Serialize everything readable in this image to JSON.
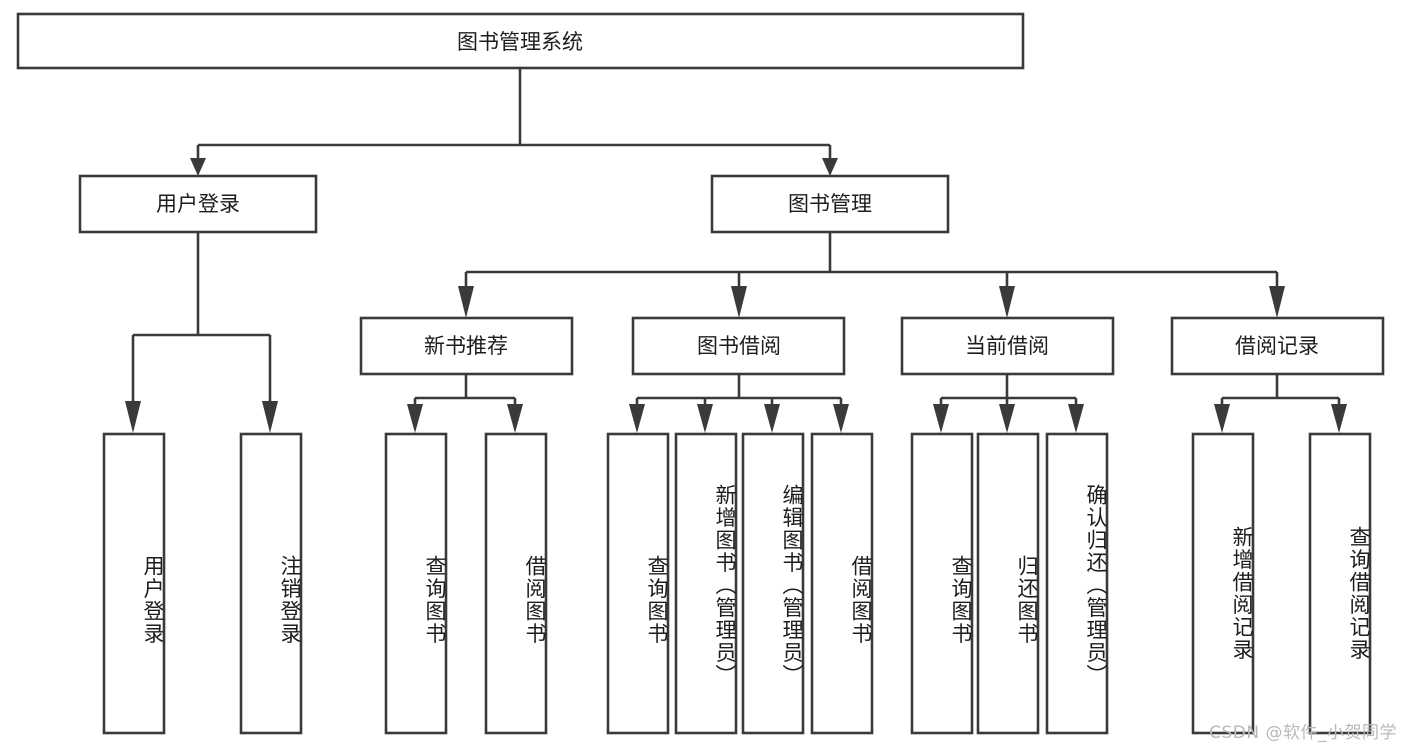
{
  "diagram": {
    "title": "图书管理系统",
    "type": "tree-hierarchy",
    "root": {
      "id": "root",
      "label": "图书管理系统"
    },
    "level1": [
      {
        "id": "user-login",
        "label": "用户登录"
      },
      {
        "id": "book-manage",
        "label": "图书管理"
      }
    ],
    "level2": [
      {
        "id": "new-book-recommend",
        "label": "新书推荐",
        "parent": "book-manage"
      },
      {
        "id": "book-borrow",
        "label": "图书借阅",
        "parent": "book-manage"
      },
      {
        "id": "current-borrow",
        "label": "当前借阅",
        "parent": "book-manage"
      },
      {
        "id": "borrow-record",
        "label": "借阅记录",
        "parent": "book-manage"
      }
    ],
    "leaves": [
      {
        "id": "leaf-user-login",
        "label": "用户登录",
        "parent": "user-login"
      },
      {
        "id": "leaf-logout-login",
        "label": "注销登录",
        "parent": "user-login"
      },
      {
        "id": "leaf-query-book-1",
        "label": "查询图书",
        "parent": "new-book-recommend"
      },
      {
        "id": "leaf-borrow-book-1",
        "label": "借阅图书",
        "parent": "new-book-recommend"
      },
      {
        "id": "leaf-query-book-2",
        "label": "查询图书",
        "parent": "book-borrow"
      },
      {
        "id": "leaf-add-book",
        "label": "新增图书（管理员）",
        "parent": "book-borrow"
      },
      {
        "id": "leaf-edit-book",
        "label": "编辑图书（管理员）",
        "parent": "book-borrow"
      },
      {
        "id": "leaf-borrow-book-2",
        "label": "借阅图书",
        "parent": "book-borrow"
      },
      {
        "id": "leaf-query-book-3",
        "label": "查询图书",
        "parent": "current-borrow"
      },
      {
        "id": "leaf-return-book",
        "label": "归还图书",
        "parent": "current-borrow"
      },
      {
        "id": "leaf-confirm-return",
        "label": "确认归还（管理员）",
        "parent": "current-borrow"
      },
      {
        "id": "leaf-add-record",
        "label": "新增借阅记录",
        "parent": "borrow-record"
      },
      {
        "id": "leaf-query-record",
        "label": "查询借阅记录",
        "parent": "borrow-record"
      }
    ]
  },
  "watermark": {
    "text": "CSDN @软件_小贺同学"
  },
  "colors": {
    "stroke": "#3a3a3a",
    "box_fill": "#ffffff",
    "text": "#1d1d1d",
    "background": "#ffffff",
    "watermark": "#b9b9b9"
  }
}
